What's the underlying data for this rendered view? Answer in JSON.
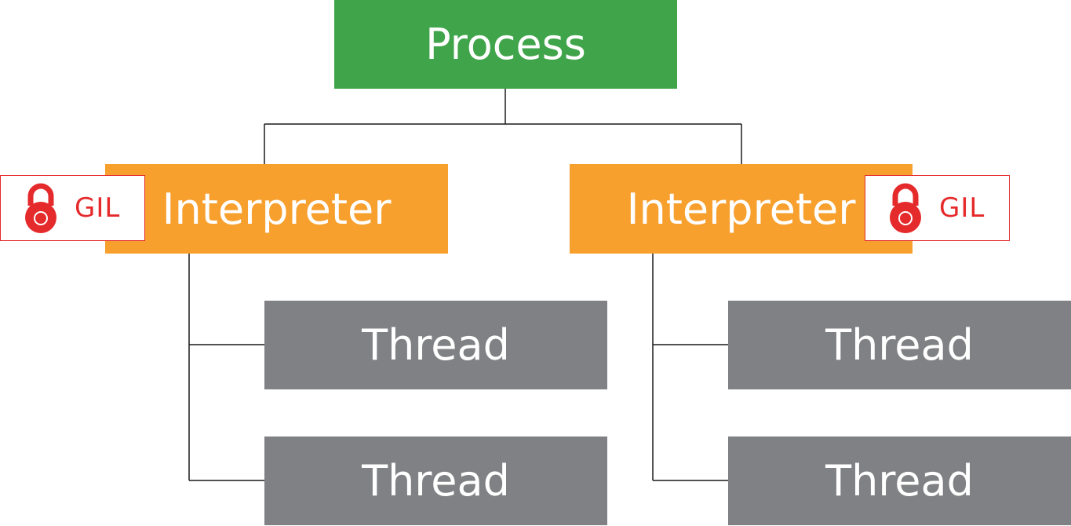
{
  "diagram": {
    "process": {
      "label": "Process"
    },
    "interpreters": [
      {
        "label": "Interpreter",
        "lock": {
          "label": "GIL",
          "icon": "padlock-icon"
        },
        "threads": [
          {
            "label": "Thread"
          },
          {
            "label": "Thread"
          }
        ]
      },
      {
        "label": "Interpreter",
        "lock": {
          "label": "GIL",
          "icon": "padlock-icon"
        },
        "threads": [
          {
            "label": "Thread"
          },
          {
            "label": "Thread"
          }
        ]
      }
    ]
  },
  "colors": {
    "process": "#40a44a",
    "interpreter": "#f7a02e",
    "thread": "#808184",
    "lock": "#e52a2c",
    "connector": "#000000"
  }
}
